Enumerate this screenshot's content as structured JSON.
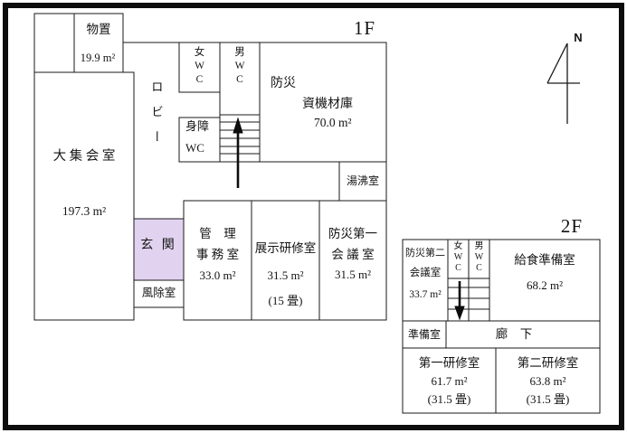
{
  "colors": {
    "entrance_fill": "#E1D3F0",
    "line": "#1a1a1a"
  },
  "compass": {
    "label": "N"
  },
  "floor1": {
    "label": "1F",
    "storage": {
      "name": "物置",
      "area": "19.9 m²"
    },
    "main_hall": {
      "name": "大 集 会 室",
      "area": "197.3 m²"
    },
    "lobby": {
      "name": "ロビー"
    },
    "womens_wc": {
      "name": "女\nW\nC"
    },
    "mens_wc": {
      "name": "男\nW\nC"
    },
    "accessible_wc": {
      "line1": "身障",
      "line2": "WC"
    },
    "disaster_equipment_storage": {
      "line1": "防災",
      "line2": "資機材庫",
      "area": "70.0 m²"
    },
    "kitchenette": {
      "name": "湯沸室"
    },
    "entrance": {
      "name": "玄 関"
    },
    "windbreak_room": {
      "name": "風除室"
    },
    "admin_office": {
      "line1": "管　理",
      "line2": "事 務 室",
      "area": "33.0 m²"
    },
    "exhibition_training_room": {
      "name": "展示研修室",
      "area": "31.5 m²",
      "tatami": "(15 畳)"
    },
    "disaster_meeting_room_1": {
      "line1": "防災第一",
      "line2": "会 議 室",
      "area": "31.5 m²"
    }
  },
  "floor2": {
    "label": "2F",
    "disaster_meeting_room_2": {
      "line1": "防災第二",
      "line2": "会議室",
      "area": "33.7 m²"
    },
    "womens_wc": {
      "name": "女\nW\nC"
    },
    "mens_wc": {
      "name": "男\nW\nC"
    },
    "meal_prep_room": {
      "name": "給食準備室",
      "area": "68.2 m²"
    },
    "prep_room": {
      "name": "準備室"
    },
    "corridor": {
      "name": "廊　下"
    },
    "training_room_1": {
      "name": "第一研修室",
      "area": "61.7 m²",
      "tatami": "(31.5 畳)"
    },
    "training_room_2": {
      "name": "第二研修室",
      "area": "63.8 m²",
      "tatami": "(31.5 畳)"
    }
  }
}
